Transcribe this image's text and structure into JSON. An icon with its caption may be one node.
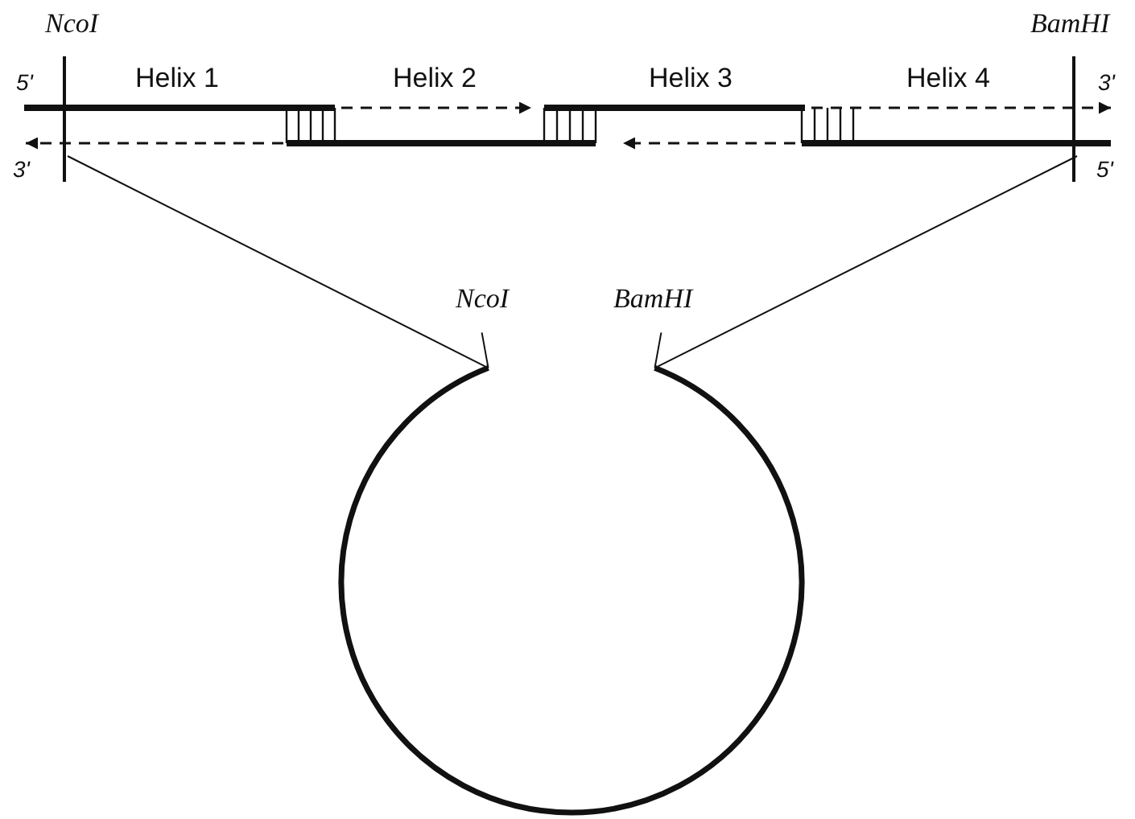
{
  "diagram": {
    "nodes": [
      {
        "text": [],
        "shape": "bar",
        "beside": [
          "NcoI"
        ]
      },
      {
        "text": [],
        "shape": "bar",
        "beside": [
          "BamHI"
        ]
      },
      {
        "text": [],
        "shape": "circle",
        "beside": [
          "NcoI",
          "BamHI"
        ]
      }
    ],
    "edges": [
      {
        "from": 0,
        "to": 2,
        "arrow": "none"
      },
      {
        "from": 1,
        "to": 2,
        "arrow": "none"
      }
    ],
    "labels": [
      "5'",
      "Helix 1",
      "Helix 2",
      "Helix 3",
      "Helix 4",
      "3'",
      "3'",
      "5'"
    ]
  }
}
